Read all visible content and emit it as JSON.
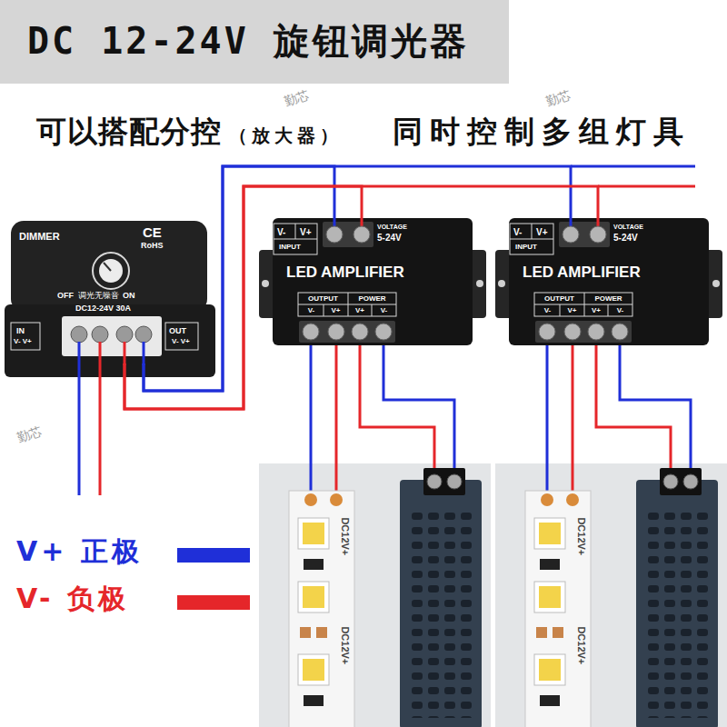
{
  "diagram": {
    "title": "DC 12-24V 旋钮调光器",
    "nodes": [
      {
        "text": [
          "DIMMER",
          "CE",
          "RoHS",
          "OFF",
          "调光无噪音",
          "ON",
          "DC12-24V 30A",
          "IN",
          "V- V+",
          "OUT",
          "V- V+"
        ]
      },
      {
        "text": [
          "V-",
          "V+",
          "INPUT",
          "VOLTAGE",
          "5-24V",
          "LED AMPLIFIER",
          "OUTPUT",
          "POWER",
          "V-",
          "V+",
          "V+",
          "V-"
        ]
      },
      {
        "text": [
          "V-",
          "V+",
          "INPUT",
          "VOLTAGE",
          "5-24V",
          "LED AMPLIFIER",
          "OUTPUT",
          "POWER",
          "V-",
          "V+",
          "V+",
          "V-"
        ]
      }
    ],
    "edges": [
      {
        "from": 0,
        "to": 1,
        "arrow": "none"
      },
      {
        "from": 0,
        "to": 1,
        "arrow": "none"
      },
      {
        "from": 0,
        "to": 2,
        "arrow": "none"
      },
      {
        "from": 0,
        "to": 2,
        "arrow": "none"
      }
    ],
    "labels": [
      "可以搭配分控",
      "（放大器）",
      "同时控制多组灯具",
      "DC12V+",
      "DC12V+",
      "DC12V+",
      "DC12V+",
      "勤芯",
      "勤芯",
      "勤芯"
    ],
    "legend": [
      {
        "text": "V+ 正极",
        "color": "#1f2fd8"
      },
      {
        "text": "V- 负极",
        "color": "#e5262a"
      }
    ]
  }
}
